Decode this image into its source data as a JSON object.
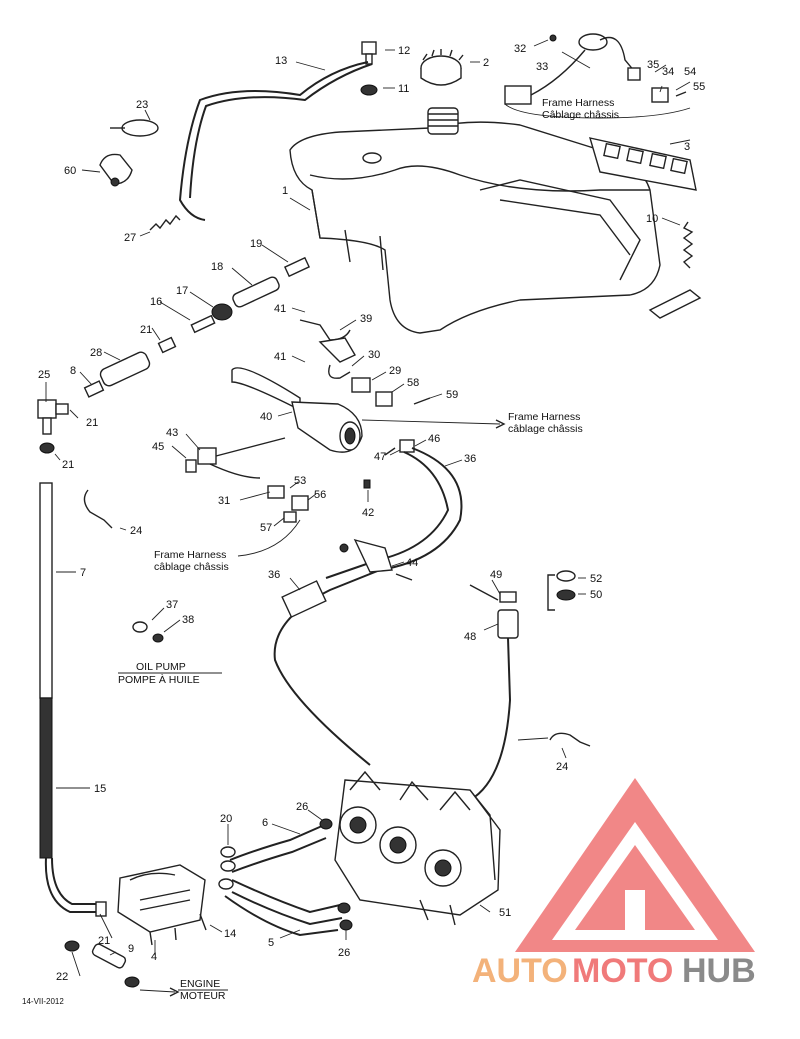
{
  "captions": {
    "frame_harness_1_en": "Frame Harness",
    "frame_harness_1_fr": "Câblage châssis",
    "frame_harness_2_en": "Frame Harness",
    "frame_harness_2_fr": "câblage châssis",
    "frame_harness_3_en": "Frame Harness",
    "frame_harness_3_fr": "câblage châssis",
    "oil_pump_en": "OIL PUMP",
    "oil_pump_fr": "POMPE À HUILE",
    "engine_en": "ENGINE",
    "engine_fr": "MOTEUR"
  },
  "drawing_code": "14-VII-2012",
  "logo": {
    "auto": "AUTO",
    "moto": "MOTO",
    "hub": "HUB",
    "colors": {
      "triangle": "#f07a7a",
      "auto": "#f3b27a",
      "moto": "#f07a7a",
      "hub": "#8a8a8a"
    }
  },
  "part_numbers": {
    "p1": "1",
    "p2": "2",
    "p3": "3",
    "p4": "4",
    "p5": "5",
    "p6": "6",
    "p7": "7",
    "p8": "8",
    "p9": "9",
    "p10": "10",
    "p11": "11",
    "p12": "12",
    "p13": "13",
    "p14": "14",
    "p15": "15",
    "p16": "16",
    "p17": "17",
    "p18": "18",
    "p19": "19",
    "p20": "20",
    "p21a": "21",
    "p21b": "21",
    "p21c": "21",
    "p21d": "21",
    "p22": "22",
    "p23": "23",
    "p24a": "24",
    "p24b": "24",
    "p25": "25",
    "p26a": "26",
    "p26b": "26",
    "p27": "27",
    "p28": "28",
    "p29": "29",
    "p30": "30",
    "p31": "31",
    "p32": "32",
    "p33": "33",
    "p34": "34",
    "p35": "35",
    "p36a": "36",
    "p36b": "36",
    "p37": "37",
    "p38": "38",
    "p39": "39",
    "p40": "40",
    "p41a": "41",
    "p41b": "41",
    "p42": "42",
    "p43": "43",
    "p44": "44",
    "p45": "45",
    "p46": "46",
    "p47": "47",
    "p48": "48",
    "p49": "49",
    "p50": "50",
    "p51": "51",
    "p52": "52",
    "p53": "53",
    "p54": "54",
    "p55": "55",
    "p56": "56",
    "p57": "57",
    "p58": "58",
    "p59": "59",
    "p60": "60"
  }
}
